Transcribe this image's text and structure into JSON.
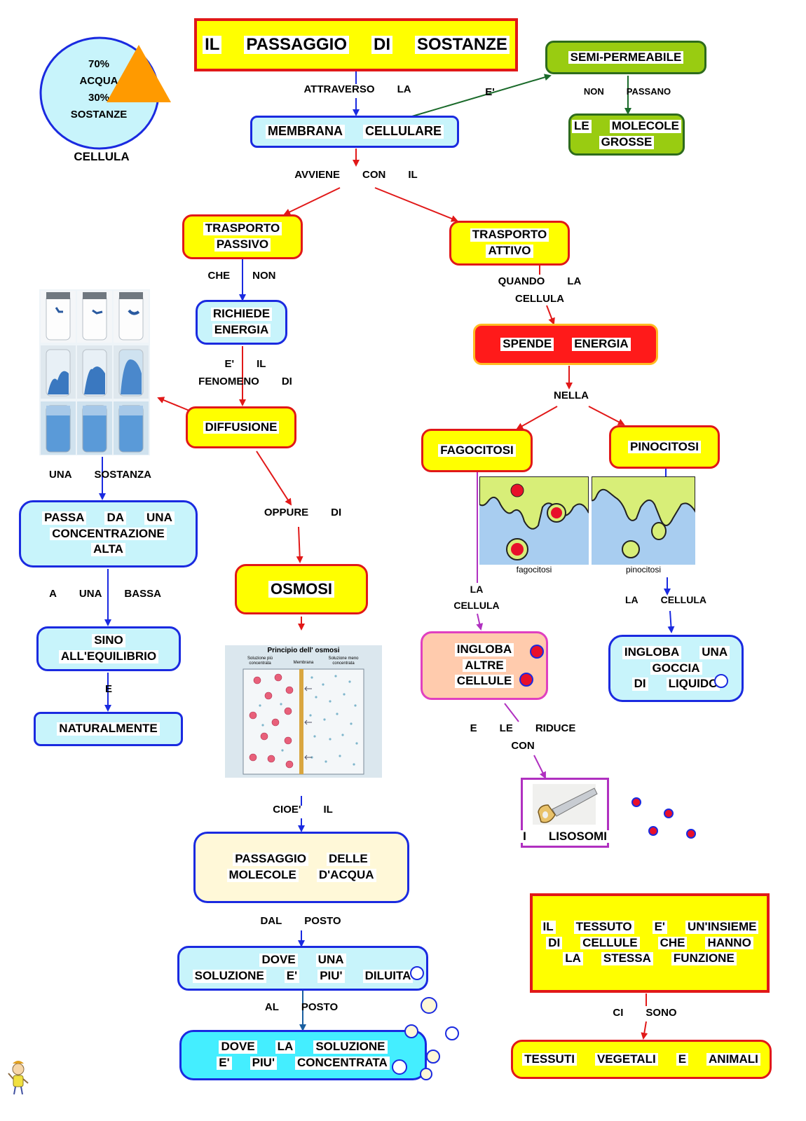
{
  "title": {
    "words": [
      "IL",
      "PASSAGGIO",
      "DI",
      "SOSTANZE"
    ]
  },
  "cell_circle": {
    "lines": [
      "70%",
      "ACQUA",
      "30%",
      "SOSTANZE"
    ],
    "caption": "CELLULA"
  },
  "nodes": {
    "semipermeabile": {
      "lines": [
        [
          "SEMI-PERMEABILE"
        ]
      ]
    },
    "le_molecole": {
      "lines": [
        [
          "LE",
          "MOLECOLE"
        ],
        [
          "GROSSE"
        ]
      ]
    },
    "membrana": {
      "lines": [
        [
          "MEMBRANA",
          "CELLULARE"
        ]
      ]
    },
    "trasporto_passivo": {
      "lines": [
        [
          "TRASPORTO"
        ],
        [
          "PASSIVO"
        ]
      ]
    },
    "trasporto_attivo": {
      "lines": [
        [
          "TRASPORTO"
        ],
        [
          "ATTIVO"
        ]
      ]
    },
    "richiede_energia": {
      "lines": [
        [
          "RICHIEDE"
        ],
        [
          "ENERGIA"
        ]
      ]
    },
    "spende_energia": {
      "lines": [
        [
          "SPENDE",
          "ENERGIA"
        ]
      ]
    },
    "diffusione": {
      "lines": [
        [
          "DIFFUSIONE"
        ]
      ]
    },
    "fagocitosi": {
      "lines": [
        [
          "FAGOCITOSI"
        ]
      ]
    },
    "pinocitosi": {
      "lines": [
        [
          "PINOCITOSI"
        ]
      ]
    },
    "passa": {
      "lines": [
        [
          "PASSA",
          "DA",
          "UNA"
        ],
        [
          "CONCENTRAZIONE"
        ],
        [
          "ALTA"
        ]
      ]
    },
    "sino": {
      "lines": [
        [
          "SINO"
        ],
        [
          "ALL'EQUILIBRIO"
        ]
      ]
    },
    "naturalmente": {
      "lines": [
        [
          "NATURALMENTE"
        ]
      ]
    },
    "osmosi": {
      "lines": [
        [
          "OSMOSI"
        ]
      ]
    },
    "ingloba_cellule": {
      "lines": [
        [
          "INGLOBA"
        ],
        [
          "ALTRE"
        ],
        [
          "CELLULE"
        ]
      ]
    },
    "ingloba_goccia": {
      "lines": [
        [
          "INGLOBA",
          "UNA"
        ],
        [
          "GOCCIA"
        ],
        [
          "DI",
          "LIQUIDO"
        ]
      ]
    },
    "lisosomi": {
      "lines": [
        [
          "I",
          "LISOSOMI"
        ]
      ]
    },
    "passaggio_molecole": {
      "lines": [
        [
          "PASSAGGIO",
          "DELLE"
        ],
        [
          "MOLECOLE",
          "D'ACQUA"
        ]
      ]
    },
    "dove_diluita": {
      "lines": [
        [
          "DOVE",
          "UNA"
        ],
        [
          "SOLUZIONE",
          "E'",
          "PIU'",
          "DILUITA"
        ]
      ]
    },
    "dove_concentrata": {
      "lines": [
        [
          "DOVE",
          "LA",
          "SOLUZIONE"
        ],
        [
          "E'",
          "PIU'",
          "CONCENTRATA"
        ]
      ]
    },
    "tessuto": {
      "lines": [
        [
          "IL",
          "TESSUTO",
          "E'",
          "UN'INSIEME"
        ],
        [
          "DI",
          "CELLULE",
          "CHE",
          "HANNO"
        ],
        [
          "LA",
          "STESSA",
          "FUNZIONE"
        ]
      ]
    },
    "tessuti": {
      "lines": [
        [
          "TESSUTI",
          "VEGETALI",
          "E",
          "ANIMALI"
        ]
      ]
    }
  },
  "labels": {
    "attraverso": [
      [
        "ATTRAVERSO",
        "LA"
      ]
    ],
    "e": [
      [
        "E'"
      ]
    ],
    "non_passano": [
      [
        "NON",
        "PASSANO"
      ]
    ],
    "avviene": [
      [
        "AVVIENE",
        "CON",
        "IL"
      ]
    ],
    "che_non": [
      [
        "CHE",
        "NON"
      ]
    ],
    "quando": [
      [
        "QUANDO",
        "LA"
      ],
      [
        "CELLULA"
      ]
    ],
    "fenomeno": [
      [
        "E'",
        "IL"
      ],
      [
        "FENOMENO",
        "DI"
      ]
    ],
    "nella": [
      [
        "NELLA"
      ]
    ],
    "una_sostanza": [
      [
        "UNA",
        "SOSTANZA"
      ]
    ],
    "oppure": [
      [
        "OPPURE",
        "DI"
      ]
    ],
    "a_una_bassa": [
      [
        "A",
        "UNA",
        "BASSA"
      ]
    ],
    "la_cellula_1": [
      [
        "LA"
      ],
      [
        "CELLULA"
      ]
    ],
    "la_cellula_2": [
      [
        "LA",
        "CELLULA"
      ]
    ],
    "e_single": [
      [
        "E"
      ]
    ],
    "e_le_riduce": [
      [
        "E",
        "LE",
        "RIDUCE"
      ],
      [
        "CON"
      ]
    ],
    "cioe": [
      [
        "CIOE'",
        "IL"
      ]
    ],
    "dal_posto": [
      [
        "DAL",
        "POSTO"
      ]
    ],
    "al_posto": [
      [
        "AL",
        "POSTO"
      ]
    ],
    "ci_sono": [
      [
        "CI",
        "SONO"
      ]
    ]
  },
  "images": {
    "fagocitosi_caption": "fagocitosi",
    "pinocitosi_caption": "pinocitosi",
    "osmosi_title": "Principio dell' osmosi",
    "osmosi_left": "Soluzione più concentrata",
    "osmosi_mid": "Membrana",
    "osmosi_right": "Soluzione meno concentrata"
  },
  "colors": {
    "yellow": "#ffff00",
    "red_border": "#e11818",
    "cyan": "#c8f4fb",
    "blue_border": "#1a2ae0",
    "green": "#99cc11",
    "spende_fill": "#ff1a1a",
    "ingloba_fill": "#ffcbad",
    "ingloba_border": "#e040c0",
    "cream": "#fff8d8",
    "aqua": "#44eeff",
    "orange": "#ff9a00"
  }
}
